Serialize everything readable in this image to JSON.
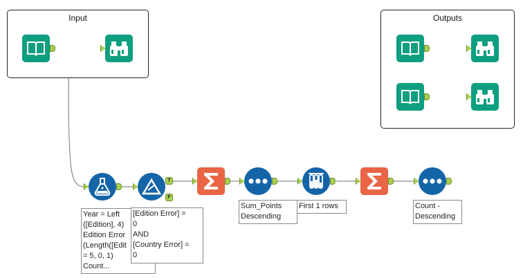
{
  "containers": {
    "input_title": "Input",
    "outputs_title": "Outputs"
  },
  "annotations": {
    "formula": "Year = Left\n([Edition], 4)\nEdition Error\n(Length([Edit\n= 5, 0, 1)\nCount...",
    "filter": "[Edition Error] =\n0\nAND\n[Country Error] =\n0",
    "sort1": "Sum_Points\nDescending",
    "sample": "First 1 rows",
    "sort2": "Count -\nDescending"
  },
  "anchor_labels": {
    "true": "T",
    "false": "F"
  },
  "icons": {
    "input": "book-icon",
    "browse": "binoculars-icon",
    "formula": "flask-icon",
    "filter": "filter-triangle-icon",
    "summarize": "sigma-icon",
    "sort": "three-dots-icon",
    "sample": "test-tubes-icon"
  },
  "colors": {
    "io_green": "#0e9f80",
    "prep_blue": "#1464a8",
    "summarize_orange": "#e96545",
    "anchor_green": "#a9cf53",
    "wire": "#8a8a8a"
  }
}
